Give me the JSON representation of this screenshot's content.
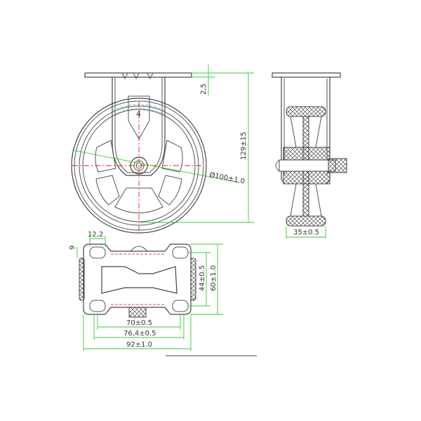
{
  "drawing": {
    "subject": "Fixed caster wheel technical drawing",
    "views": [
      "front-view",
      "side-section-view",
      "top-plate-view"
    ],
    "part_label": "4",
    "colors": {
      "outline": "#555555",
      "dimension": "#33cc33",
      "centerline": "#dd2222",
      "hidden": "#66bbcc",
      "hole_pattern": "#cc44aa"
    }
  },
  "dimensions": {
    "plate_thickness": "2,5",
    "overall_height": "129±15",
    "wheel_diameter": "Ø100±1.0",
    "wheel_width": "35±0.5",
    "slot_width": "12,2",
    "slot_height": "9",
    "bolt_spacing_inner_y": "44±0.5",
    "plate_width_y": "60±1.0",
    "bolt_spacing_x": "70±0.5",
    "bolt_spacing_x2": "76,4±0.5",
    "plate_length_x": "92±1.0"
  }
}
